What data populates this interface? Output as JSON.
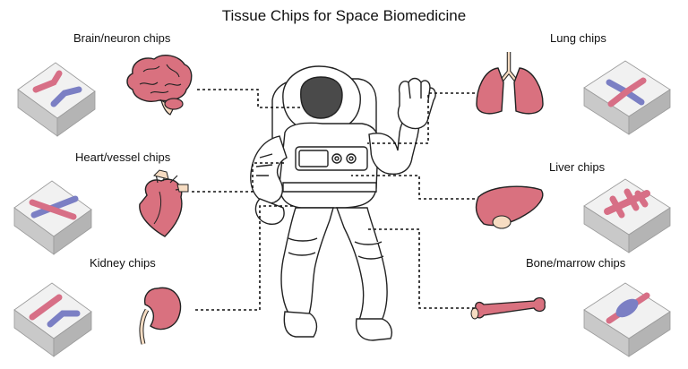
{
  "title": "Tissue Chips for Space Biomedicine",
  "labels": {
    "brain": "Brain/neuron chips",
    "heart": "Heart/vessel chips",
    "kidney": "Kidney chips",
    "lung": "Lung chips",
    "liver": "Liver chips",
    "bone": "Bone/marrow chips"
  },
  "colors": {
    "organ_fill": "#d9717f",
    "organ_dark": "#b85461",
    "channel_pink": "#d76f86",
    "channel_purple": "#7b7fc4",
    "chip_top": "#f1f1f1",
    "chip_side": "#c9c9c9",
    "chip_side_dark": "#b4b4b4",
    "skin": "#f6dcc2",
    "visor": "#4a4a4a"
  }
}
